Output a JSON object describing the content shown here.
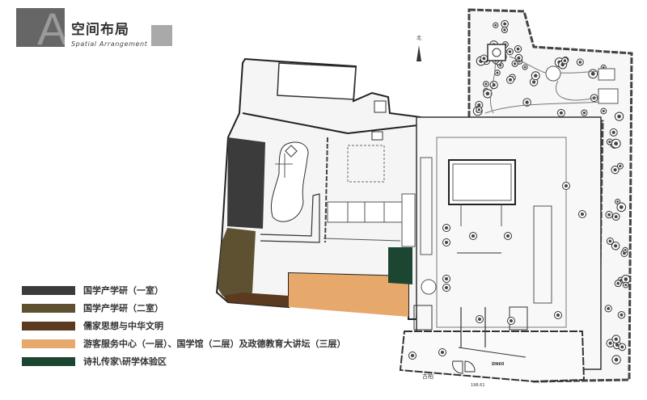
{
  "header": {
    "letter": "A",
    "title": "空间布局",
    "subtitle": "Spatial Arrangement"
  },
  "legend": [
    {
      "label": "国学产学研（一室）",
      "color": "#3b3b3b"
    },
    {
      "label": "国学产学研（二室）",
      "color": "#5e5132"
    },
    {
      "label": "儒家思想与中华文明",
      "color": "#5b3a1f"
    },
    {
      "label": "游客服务中心（一层）、国学馆（二层）及政德教育大讲坛（三层）",
      "color": "#e6a96b"
    },
    {
      "label": "诗礼传家\\研学体验区",
      "color": "#1d4632"
    }
  ],
  "plan": {
    "north_label": "北",
    "ancient_cypress": "古柏",
    "elevation": "198.61",
    "pipe": "DN60"
  }
}
